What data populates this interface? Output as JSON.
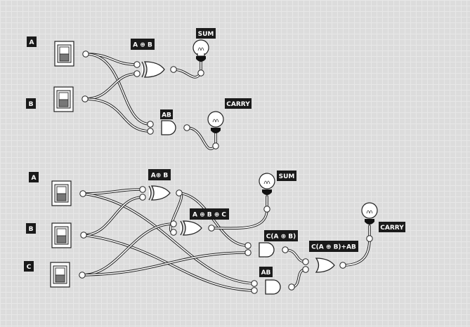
{
  "top_circuit": {
    "inputs": {
      "a": "A",
      "b": "B"
    },
    "gates": {
      "xor": "A ⊕ B",
      "and": "AB"
    },
    "outputs": {
      "sum": "SUM",
      "carry": "CARRY"
    }
  },
  "bottom_circuit": {
    "inputs": {
      "a": "A",
      "b": "B",
      "c": "C"
    },
    "gates": {
      "xor1": "A⊕ B",
      "xor2": "A ⊕ B ⊕ C",
      "and1": "C(A ⊕ B)",
      "and2": "AB",
      "or": "C(A ⊕ B)+AB"
    },
    "outputs": {
      "sum": "SUM",
      "carry": "CARRY"
    }
  },
  "colors": {
    "wire": "#222222",
    "label_bg": "#1a1a1a",
    "label_text": "#ffffff",
    "background": "#dcdcdc"
  }
}
